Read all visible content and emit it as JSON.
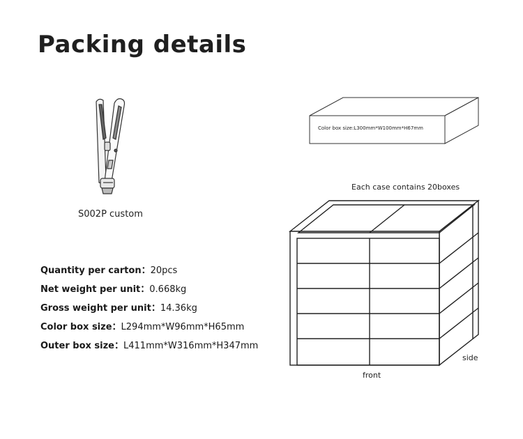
{
  "title": "Packing details",
  "product": {
    "caption": "S002P  custom"
  },
  "specs": [
    {
      "label": "Quantity per carton",
      "value": "20pcs"
    },
    {
      "label": "Net weight per unit",
      "value": "0.668kg"
    },
    {
      "label": "Gross weight per unit",
      "value": "14.36kg"
    },
    {
      "label": "Color box size",
      "value": "L294mm*W96mm*H65mm"
    },
    {
      "label": "Outer box size",
      "value": "L411mm*W316mm*H347mm"
    }
  ],
  "separator": "：",
  "color_box_label": "Color box size:L300mm*W100mm*H67mm",
  "case_caption": "Each case contains 20boxes",
  "carton_labels": {
    "side": "side",
    "front": "front"
  }
}
